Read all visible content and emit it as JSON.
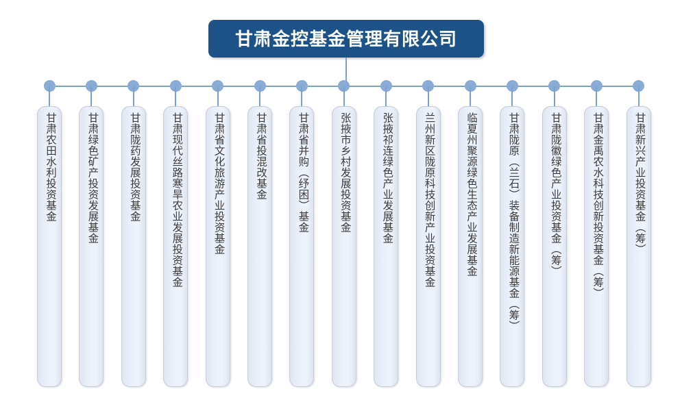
{
  "diagram": {
    "type": "organization-chart",
    "orientation": "horizontal-bus-with-vertical-text-leaves",
    "colors": {
      "root_fill": "#1c5288",
      "root_text": "#ffffff",
      "connector": "#7ba2cd",
      "dot": "#8aabd5",
      "leaf_fill": "#eaf0fa",
      "leaf_border": "#c6ccd8",
      "leaf_text": "#3b3b3b"
    },
    "root": {
      "label": "甘肃金控基金管理有限公司"
    },
    "leaves": [
      {
        "label": "甘肃农田水利投资基金"
      },
      {
        "label": "甘肃绿色矿产投资发展基金"
      },
      {
        "label": "甘肃陇药发展投资基金"
      },
      {
        "label": "甘肃现代丝路寒旱农业发展投资基金"
      },
      {
        "label": "甘肃省文化旅游产业投资基金"
      },
      {
        "label": "甘肃省投混改基金"
      },
      {
        "label": "甘肃省并购（纾困）基金"
      },
      {
        "label": "张掖市乡村发展投资基金"
      },
      {
        "label": "张掖祁连绿色产业发展基金"
      },
      {
        "label": "兰州新区陇原科技创新产业投资基金"
      },
      {
        "label": "临夏州聚源绿色生态产业发展基金"
      },
      {
        "label": "甘肃陇原（兰石）装备制造新能源基金（筹）"
      },
      {
        "label": "甘肃陇徽绿色产业投资基金（筹）"
      },
      {
        "label": "甘肃金禹农水科技创新投资基金（筹）"
      },
      {
        "label": "甘肃新兴产业投资基金（筹）"
      }
    ]
  }
}
